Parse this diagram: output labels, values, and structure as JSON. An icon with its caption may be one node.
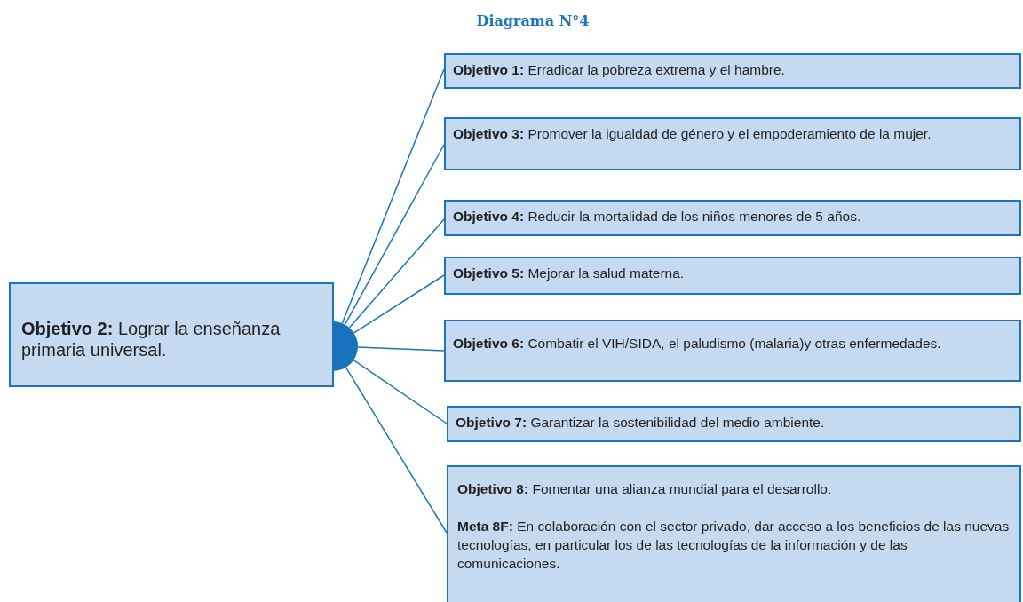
{
  "diagram": {
    "title": "Diagrama N°4",
    "nodes": [
      {
        "text": [
          "**Objetivo 2:** Lograr la enseñanza primaria universal."
        ]
      },
      {
        "text": [],
        "shape": "circle"
      },
      {
        "text": [
          "**Objetivo 1:** Erradicar la pobreza extrema y el hambre."
        ]
      },
      {
        "text": [
          "**Objetivo 3:** Promover la igualdad de género y el empoderamiento de la mujer."
        ]
      },
      {
        "text": [
          "**Objetivo 4:** Reducir la mortalidad de los niños menores de 5 años."
        ]
      },
      {
        "text": [
          "**Objetivo 5:** Mejorar la salud materna."
        ]
      },
      {
        "text": [
          "**Objetivo 6:** Combatir el VIH/SIDA, el paludismo (malaria)y otras enfermedades."
        ]
      },
      {
        "text": [
          "**Objetivo 7:** Garantizar la sostenibilidad del medio ambiente."
        ]
      },
      {
        "text": [
          "**Objetivo 8:** Fomentar una alianza mundial para el desarrollo.",
          "**Meta 8F:** En colaboración con el sector privado, dar acceso a los beneficios de las nuevas tecnologías, en particular los de las tecnologías de la información y de las comunicaciones."
        ]
      }
    ],
    "edges": [
      {
        "from": 1,
        "to": 2,
        "arrow": "none"
      },
      {
        "from": 1,
        "to": 3,
        "arrow": "none"
      },
      {
        "from": 1,
        "to": 4,
        "arrow": "none"
      },
      {
        "from": 1,
        "to": 5,
        "arrow": "none"
      },
      {
        "from": 1,
        "to": 6,
        "arrow": "none"
      },
      {
        "from": 1,
        "to": 7,
        "arrow": "none"
      },
      {
        "from": 1,
        "to": 8,
        "arrow": "none"
      }
    ]
  }
}
